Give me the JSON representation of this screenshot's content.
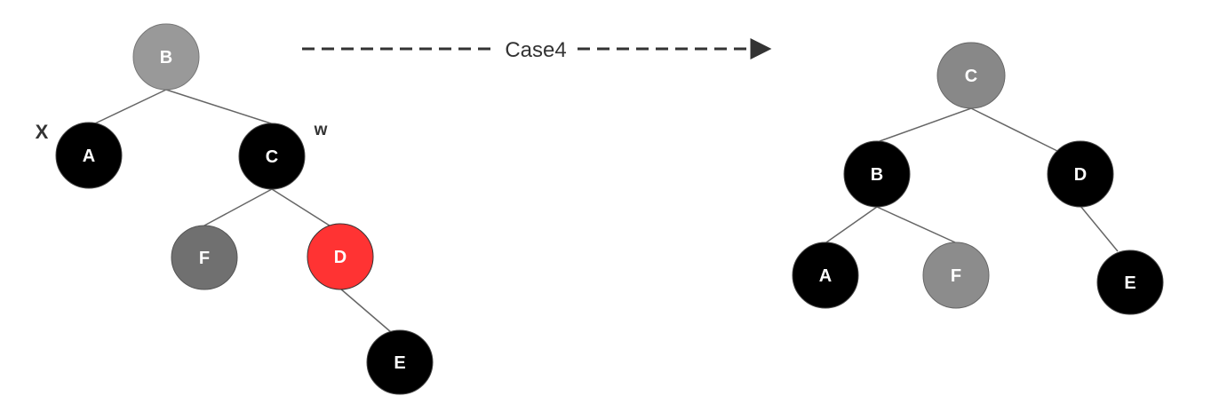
{
  "transition": {
    "label": "Case4"
  },
  "before_tree": {
    "nodes": {
      "b": {
        "label": "B",
        "color": "#999999"
      },
      "a": {
        "label": "A",
        "color": "#000000"
      },
      "c": {
        "label": "C",
        "color": "#000000"
      },
      "f": {
        "label": "F",
        "color": "#707070"
      },
      "d": {
        "label": "D",
        "color": "#ff3333"
      },
      "e": {
        "label": "E",
        "color": "#000000"
      }
    },
    "x_label": "X",
    "w_label": "w"
  },
  "after_tree": {
    "nodes": {
      "c": {
        "label": "C",
        "color": "#888888"
      },
      "b": {
        "label": "B",
        "color": "#000000"
      },
      "d": {
        "label": "D",
        "color": "#000000"
      },
      "a": {
        "label": "A",
        "color": "#000000"
      },
      "f": {
        "label": "F",
        "color": "#8c8c8c"
      },
      "e": {
        "label": "E",
        "color": "#000000"
      }
    }
  }
}
